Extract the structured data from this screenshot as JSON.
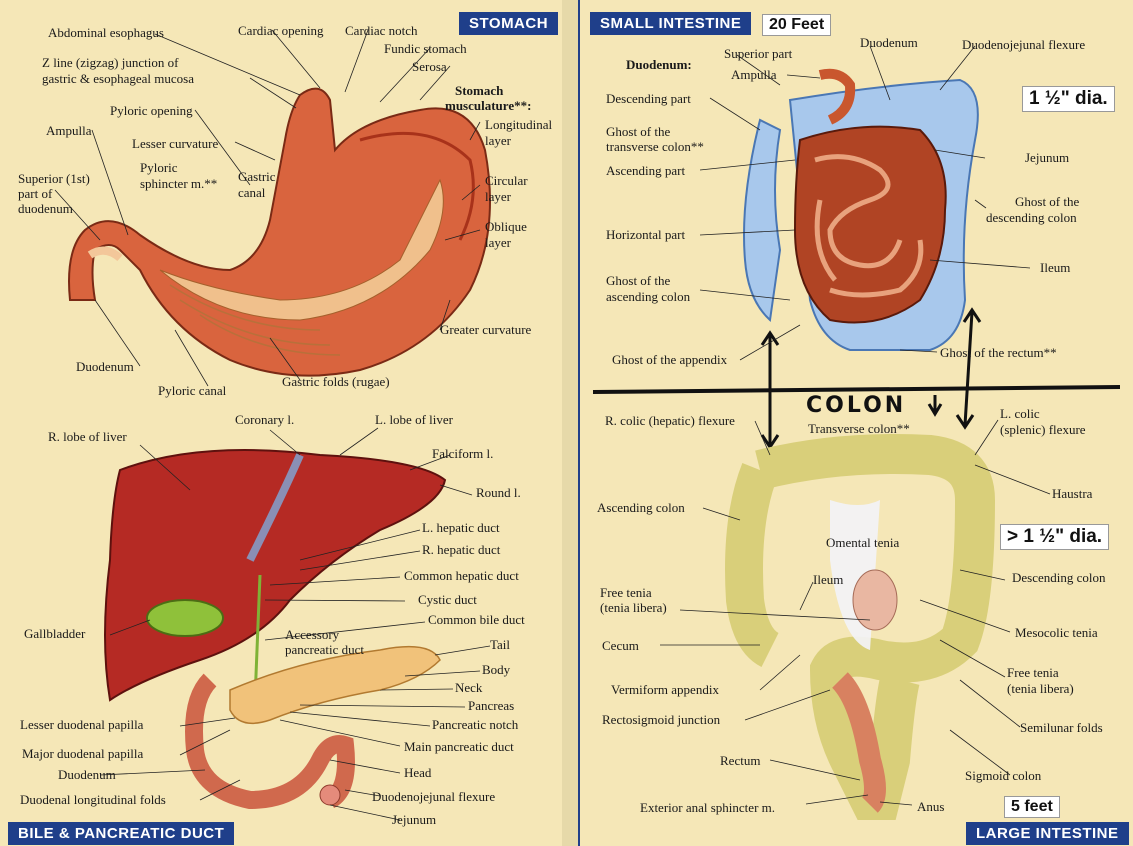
{
  "tabs": {
    "stomach": "STOMACH",
    "small_intestine": "SMALL INTESTINE",
    "bile_pancreatic": "BILE & PANCREATIC DUCT",
    "large_intestine": "LARGE INTESTINE"
  },
  "annotations": {
    "small_length": "20 Feet",
    "small_dia": "1 ½\" dia.",
    "large_dia": "> 1 ½\" dia.",
    "large_length": "5 feet",
    "colon": "COLON"
  },
  "stomach": {
    "l0": "Abdominal esophagus",
    "l1": "Cardiac opening",
    "l2": "Cardiac notch",
    "l3": "Fundic stomach",
    "l4": "Z line (zigzag) junction of",
    "l5": "gastric & esophageal mucosa",
    "l6": "Serosa",
    "l7": "Stomach",
    "l8": "musculature**:",
    "l9": "Pyloric opening",
    "l10": "Longitudinal",
    "l11": "layer",
    "l12": "Ampulla",
    "l13": "Lesser curvature",
    "l14": "Pyloric",
    "l15": "sphincter m.**",
    "l16": "Superior (1st)",
    "l17": "part of",
    "l18": "duodenum",
    "l19": "Gastric",
    "l20": "canal",
    "l21": "Circular",
    "l22": "layer",
    "l23": "Oblique",
    "l24": "layer",
    "l25": "Greater curvature",
    "l26": "Duodenum",
    "l27": "Gastric folds (rugae)",
    "l28": "Pyloric canal"
  },
  "bile": {
    "l0": "Coronary l.",
    "l1": "L. lobe of liver",
    "l2": "R. lobe of liver",
    "l3": "Falciform l.",
    "l4": "Round l.",
    "l5": "L. hepatic duct",
    "l6": "R. hepatic duct",
    "l7": "Common hepatic duct",
    "l8": "Cystic duct",
    "l9": "Common bile duct",
    "l10": "Gallbladder",
    "l11": "Accessory",
    "l12": "pancreatic duct",
    "l13": "Tail",
    "l14": "Body",
    "l15": "Neck",
    "l16": "Pancreas",
    "l17": "Lesser duodenal papilla",
    "l18": "Pancreatic notch",
    "l19": "Main pancreatic duct",
    "l20": "Major duodenal papilla",
    "l21": "Head",
    "l22": "Duodenum",
    "l23": "Duodenojejunal flexure",
    "l24": "Duodenal longitudinal folds",
    "l25": "Jejunum"
  },
  "small": {
    "l0": "Superior part",
    "l1": "Duodenum",
    "l2": "Duodenojejunal flexure",
    "l3": "Duodenum:",
    "l4": "Ampulla",
    "l5": "Descending part",
    "l6": "Ghost of the",
    "l7": "transverse colon**",
    "l8": "Jejunum",
    "l9": "Ascending part",
    "l10": "Ghost of the",
    "l11": "descending colon",
    "l12": "Horizontal part",
    "l13": "Ileum",
    "l14": "Ghost of the",
    "l15": "ascending colon",
    "l16": "Ghost of the rectum**",
    "l17": "Ghost of the appendix"
  },
  "large": {
    "l0": "R. colic (hepatic) flexure",
    "l1": "L. colic",
    "l2": "(splenic) flexure",
    "l3": "Transverse colon**",
    "l4": "Haustra",
    "l5": "Ascending colon",
    "l6": "Omental tenia",
    "l7": "Descending colon",
    "l8": "Ileum",
    "l9": "Free tenia",
    "l10": "(tenia libera)",
    "l11": "Mesocolic tenia",
    "l12": "Cecum",
    "l13": "Free tenia",
    "l14": "(tenia libera)",
    "l15": "Vermiform appendix",
    "l16": "Rectosigmoid junction",
    "l17": "Semilunar folds",
    "l18": "Rectum",
    "l19": "Sigmoid colon",
    "l20": "Exterior anal sphincter m.",
    "l21": "Anus"
  }
}
